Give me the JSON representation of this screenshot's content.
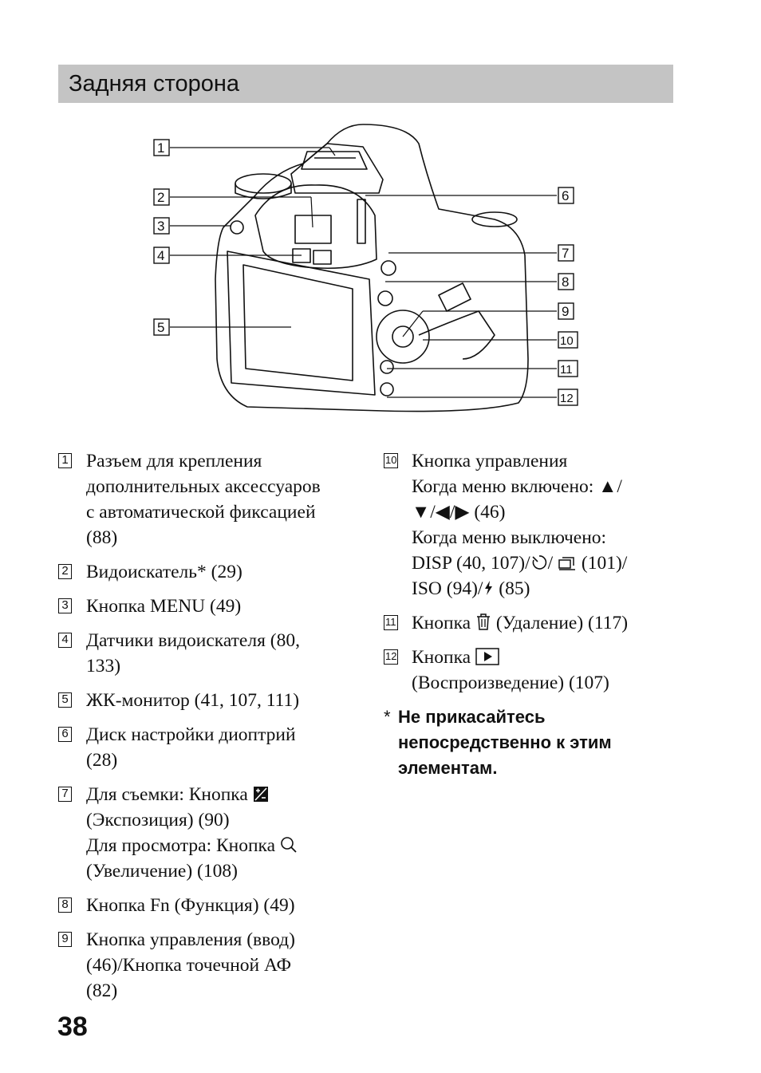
{
  "header": {
    "title": "Задняя сторона"
  },
  "diagram": {
    "callouts": [
      "1",
      "2",
      "3",
      "4",
      "5",
      "6",
      "7",
      "8",
      "9",
      "10",
      "11",
      "12"
    ]
  },
  "items": [
    {
      "num": "1",
      "text": "Разъем для крепления\nдополнительных аксессуаров\nс автоматической фиксацией\n(88)"
    },
    {
      "num": "2",
      "text": "Видоискатель* (29)"
    },
    {
      "num": "3",
      "text": "Кнопка MENU (49)"
    },
    {
      "num": "4",
      "text": "Датчики видоискателя (80,\n133)"
    },
    {
      "num": "5",
      "text": "ЖК-монитор (41, 107, 111)"
    },
    {
      "num": "6",
      "text": "Диск настройки диоптрий\n(28)"
    },
    {
      "num": "7",
      "part1": "Для съемки: Кнопка",
      "part2": "(Экспозиция) (90)\nДля просмотра: Кнопка",
      "part3": "(Увеличение) (108)"
    },
    {
      "num": "8",
      "text": "Кнопка Fn (Функция) (49)"
    },
    {
      "num": "9",
      "text": "Кнопка управления (ввод)\n(46)/Кнопка точечной АФ\n(82)"
    },
    {
      "num": "10",
      "text": "Кнопка управления\nКогда меню включено: ▲/\n▼/◀/▶ (46)\nКогда меню выключено:",
      "line5a": "DISP (40, 107)/",
      "line5b": "/",
      "line5c": "(101)/",
      "line6a": "ISO (94)/",
      "line6b": "(85)"
    },
    {
      "num": "11",
      "part1": "Кнопка",
      "part2": "(Удаление) (117)"
    },
    {
      "num": "12",
      "part1": "Кнопка",
      "part2": "(Воспроизведение) (107)"
    }
  ],
  "note": {
    "mark": "*",
    "text": "Не прикасайтесь непосредственно к этим элементам."
  },
  "page_number": "38",
  "icons": [
    "exposure-icon",
    "zoom-icon",
    "self-timer-icon",
    "drive-mode-icon",
    "flash-icon",
    "trash-icon",
    "playback-icon"
  ]
}
